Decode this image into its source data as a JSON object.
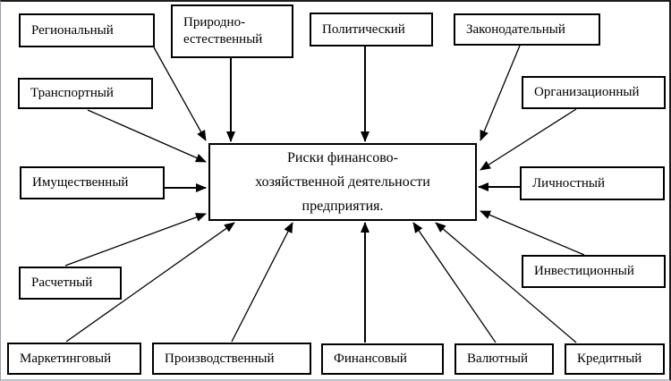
{
  "colors": {
    "background": "#ffffff",
    "box_border": "#000000",
    "text": "#000000",
    "arrow": "#000000",
    "frame_top": "#1c1c1c",
    "frame_bottom": "#b8c2ca"
  },
  "central_box": {
    "lines": {
      "0": "Риски финансово-",
      "1": "хозяйственной деятельности",
      "2": "предприятия."
    }
  },
  "nodes": {
    "regional": {
      "label": "Региональный"
    },
    "prirodno": {
      "label": "Природно-\nестественный"
    },
    "politic": {
      "label": "Политический"
    },
    "zakon": {
      "label": "Законодательный"
    },
    "transport": {
      "label": "Транспортный"
    },
    "organiz": {
      "label": "Организационный"
    },
    "imush": {
      "label": "Имущественный"
    },
    "lichnost": {
      "label": "Личностный"
    },
    "raschet": {
      "label": "Расчетный"
    },
    "invest": {
      "label": "Инвестиционный"
    },
    "market": {
      "label": "Маркетинговый"
    },
    "proizvod": {
      "label": "Производственный"
    },
    "finans": {
      "label": "Финансовый"
    },
    "valut": {
      "label": "Валютный"
    },
    "kredit": {
      "label": "Кредитный"
    }
  },
  "edges": [
    {
      "from": "regional",
      "to": "central"
    },
    {
      "from": "prirodno",
      "to": "central"
    },
    {
      "from": "politic",
      "to": "central"
    },
    {
      "from": "zakon",
      "to": "central"
    },
    {
      "from": "transport",
      "to": "central"
    },
    {
      "from": "organiz",
      "to": "central"
    },
    {
      "from": "imush",
      "to": "central"
    },
    {
      "from": "lichnost",
      "to": "central"
    },
    {
      "from": "raschet",
      "to": "central"
    },
    {
      "from": "invest",
      "to": "central"
    },
    {
      "from": "market",
      "to": "central"
    },
    {
      "from": "proizvod",
      "to": "central"
    },
    {
      "from": "finans",
      "to": "central"
    },
    {
      "from": "valut",
      "to": "central"
    },
    {
      "from": "kredit",
      "to": "central"
    }
  ]
}
